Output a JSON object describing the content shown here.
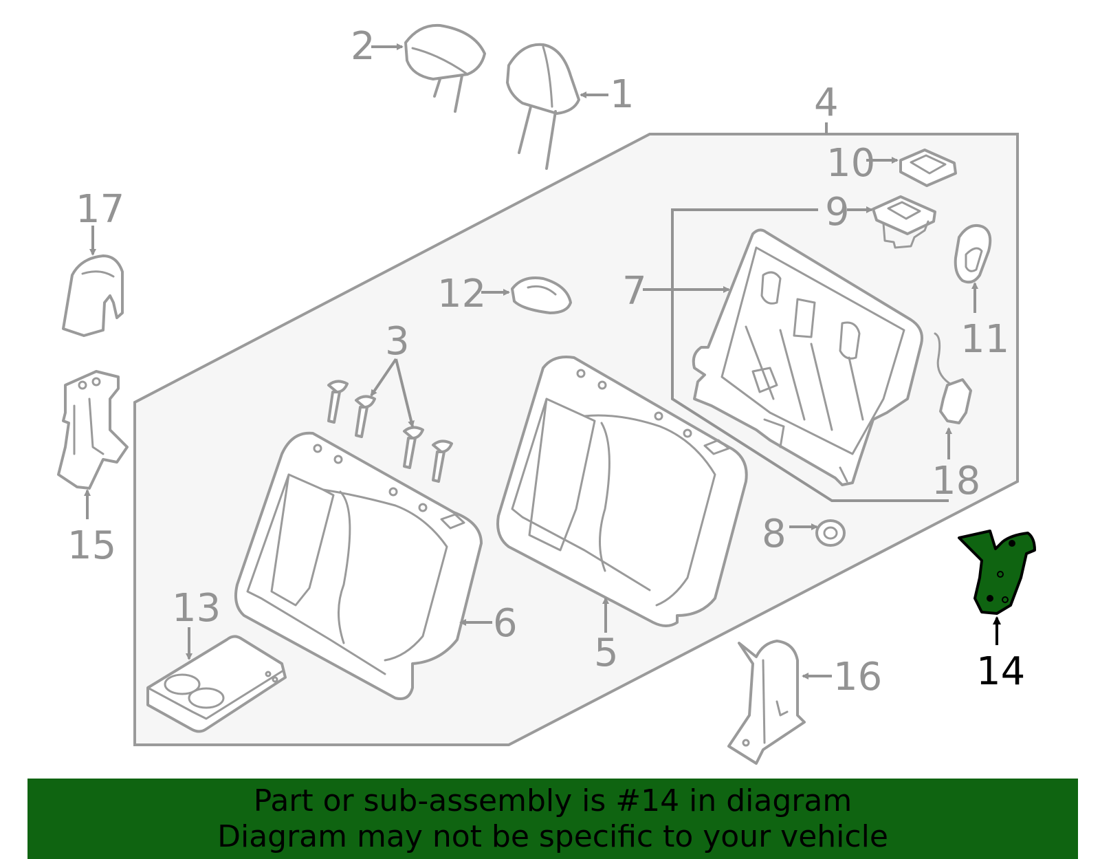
{
  "labels": {
    "l1": "1",
    "l2": "2",
    "l3": "3",
    "l4": "4",
    "l5": "5",
    "l6": "6",
    "l7": "7",
    "l8": "8",
    "l9": "9",
    "l10": "10",
    "l11": "11",
    "l12": "12",
    "l13": "13",
    "l14": "14",
    "l15": "15",
    "l16": "16",
    "l17": "17",
    "l18": "18"
  },
  "highlighted_part": "14",
  "colors": {
    "highlight": "#0f6411",
    "line": "#939393",
    "panel": "#f6f6f6"
  },
  "banner": {
    "line1": "Part or sub-assembly is #14 in diagram",
    "line2": "Diagram may not be specific to your vehicle"
  }
}
